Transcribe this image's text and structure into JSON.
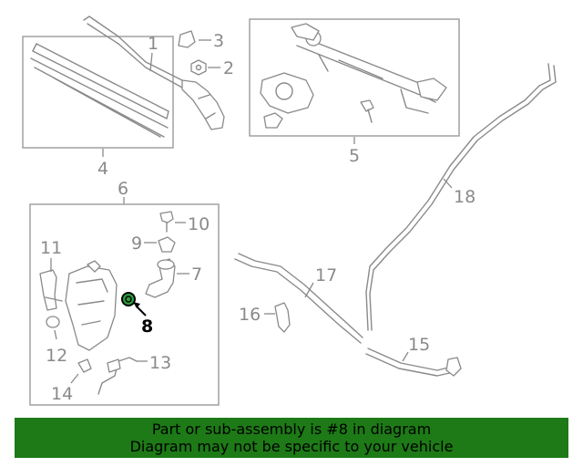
{
  "callouts": {
    "c1": "1",
    "c2": "2",
    "c3": "3",
    "c4": "4",
    "c5": "5",
    "c6": "6",
    "c7": "7",
    "c8": "8",
    "c9": "9",
    "c10": "10",
    "c11": "11",
    "c12": "12",
    "c13": "13",
    "c14": "14",
    "c15": "15",
    "c16": "16",
    "c17": "17",
    "c18": "18"
  },
  "highlight_part": "8",
  "banner": {
    "line1": "Part or sub-assembly is #8 in diagram",
    "line2": "Diagram may not be specific to your vehicle"
  },
  "colors": {
    "banner_bg": "#1d7a16",
    "part_stroke": "#8a8a8a",
    "highlight": "#000000",
    "highlight_part_fill": "#2d9e3a"
  }
}
